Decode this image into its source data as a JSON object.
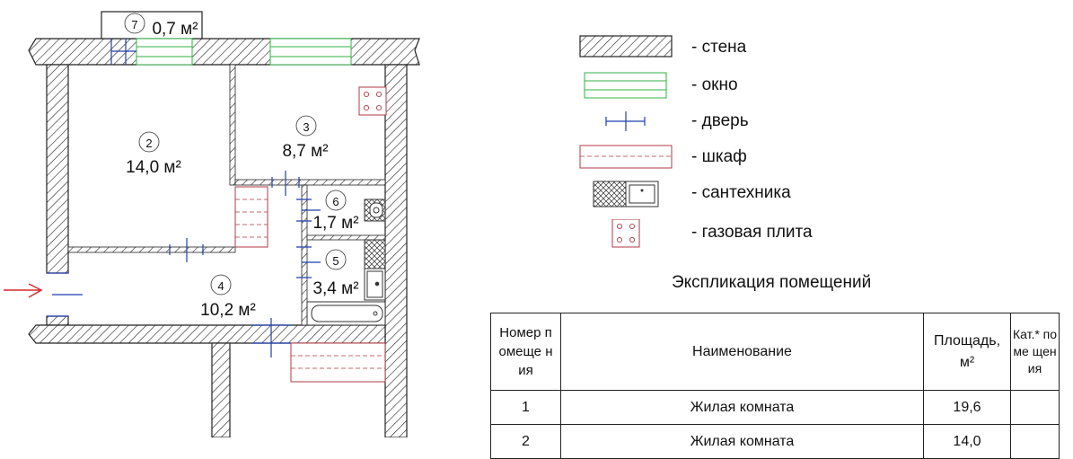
{
  "rooms": [
    {
      "number": "1",
      "area": ""
    },
    {
      "number": "2",
      "area": "14,0 м²"
    },
    {
      "number": "3",
      "area": "8,7 м²"
    },
    {
      "number": "4",
      "area": "10,2 м²"
    },
    {
      "number": "5",
      "area": "3,4 м²"
    },
    {
      "number": "6",
      "area": "1,7 м²"
    },
    {
      "number": "7",
      "area": "0,7 м²"
    }
  ],
  "legend": {
    "wall": "- стена",
    "window": "- окно",
    "door": "- дверь",
    "closet": "- шкаф",
    "plumbing": "- сантехника",
    "stove": "- газовая плита"
  },
  "explication": {
    "title": "Экспликация помещений",
    "headers": {
      "number": "Номер помеще ния",
      "name": "Наименование",
      "area": "Площадь, м²",
      "category": "Кат.* поме щения"
    },
    "rows": [
      {
        "number": "1",
        "name": "Жилая комната",
        "area": "19,6",
        "category": ""
      },
      {
        "number": "2",
        "name": "Жилая комната",
        "area": "14,0",
        "category": ""
      }
    ]
  },
  "colors": {
    "wall_hatch": "#222222",
    "window": "#33b044",
    "door": "#1f3fae",
    "closet": "#b23a44",
    "entrance_arrow": "#d8262b"
  }
}
